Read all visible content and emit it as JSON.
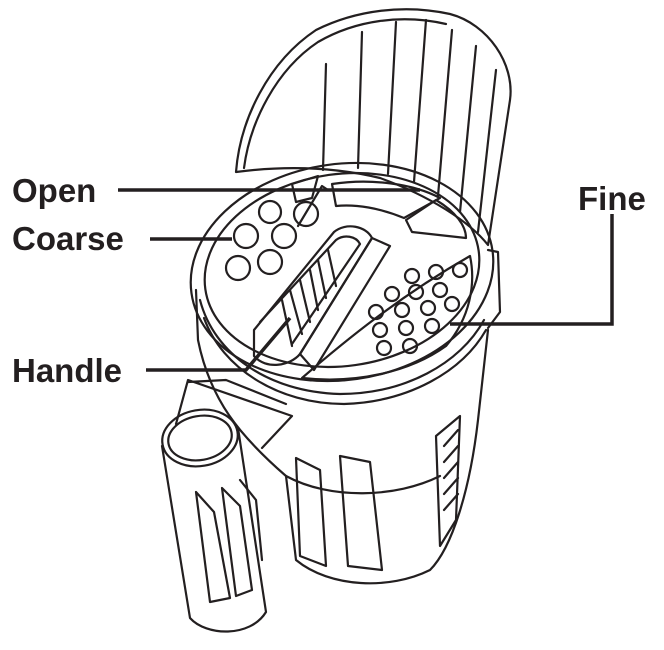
{
  "labels": {
    "open": "Open",
    "coarse": "Coarse",
    "fine": "Fine",
    "handle": "Handle"
  },
  "colors": {
    "ink": "#231f20",
    "background": "#ffffff"
  }
}
